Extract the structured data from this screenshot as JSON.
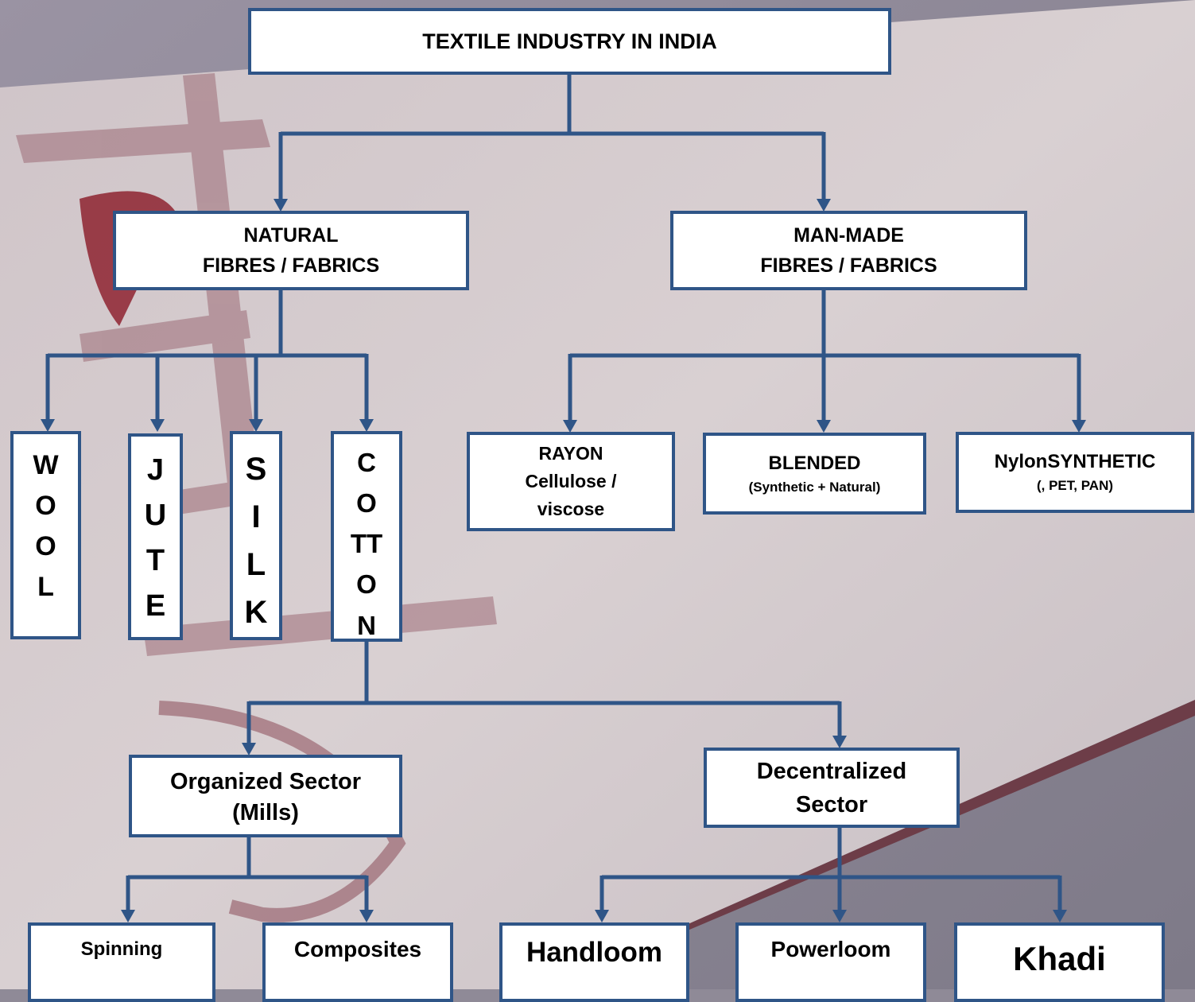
{
  "colors": {
    "box_border": "#2f5587",
    "connector": "#2f5587",
    "box_fill": "#ffffff",
    "background": "#8f8a97"
  },
  "root": {
    "label": "TEXTILE INDUSTRY IN INDIA"
  },
  "natural": {
    "line1": "NATURAL",
    "line2": "FIBRES / FABRICS"
  },
  "manmade": {
    "line1": "MAN-MADE",
    "line2": "FIBRES / FABRICS"
  },
  "wool": [
    "W",
    "O",
    "O",
    "L"
  ],
  "jute": [
    "J",
    "U",
    "T",
    "E"
  ],
  "silk": [
    "S",
    "I",
    "L",
    "K"
  ],
  "cotton": [
    "C",
    "O",
    "TT",
    "O",
    "N"
  ],
  "rayon": {
    "line1": "RAYON",
    "line2": "Cellulose /",
    "line3": "viscose"
  },
  "blended": {
    "line1": "BLENDED",
    "line2": "(Synthetic + Natural)"
  },
  "synthetic": {
    "line1": "NylonSYNTHETIC",
    "line2": "(, PET, PAN)"
  },
  "organized": {
    "line1": "Organized Sector",
    "line2": "(Mills)"
  },
  "decentralized": {
    "line1": "Decentralized",
    "line2": "Sector"
  },
  "spinning": {
    "label": "Spinning"
  },
  "composites": {
    "label": "Composites"
  },
  "handloom": {
    "label": "Handloom"
  },
  "powerloom": {
    "label": "Powerloom"
  },
  "khadi": {
    "label": "Khadi"
  }
}
